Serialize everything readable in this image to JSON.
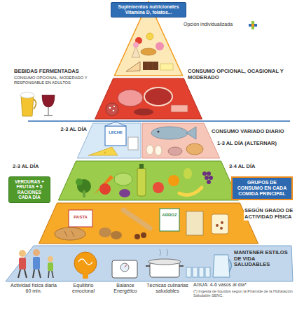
{
  "diagram": {
    "nodes": [
      {
        "text": [
          "Suplementos nutricionales",
          "Vitamina D, folatos..."
        ]
      },
      {
        "text": [
          "VERDURAS + FRUTAS + 5 RACIONES CADA DÍA"
        ]
      },
      {
        "text": [
          "GRUPOS DE CONSUMO EN CADA COMIDA PRINCIPAL"
        ]
      }
    ],
    "labels": [
      "Opción individualizada",
      "BEBIDAS FERMENTADAS",
      "CONSUMO OPCIONAL, MODERADO Y RESPONSABLE EN ADULTOS",
      "CONSUMO OPCIONAL, OCASIONAL Y MODERADO",
      "2-3 AL DÍA",
      "LECHE",
      "CONSUMO VARIADO DIARIO",
      "1-3 AL DÍA (ALTERNAR)",
      "2-3 AL DÍA",
      "3-4 AL DÍA",
      "PASTA",
      "ARROZ",
      "SEGÚN GRADO DE ACTIVIDAD FÍSICA",
      "MANTENER ESTILOS DE VIDA SALUDABLES",
      "Actividad física diaria 60 min.",
      "Equilibrio emocional",
      "Balance Energético",
      "Técnicas culinarias saludables",
      "AGUA: 4-6 vasos al día*",
      "(*) Ingesta de líquidos según la Pirámide de la Hidratación Saludable SENC."
    ]
  }
}
